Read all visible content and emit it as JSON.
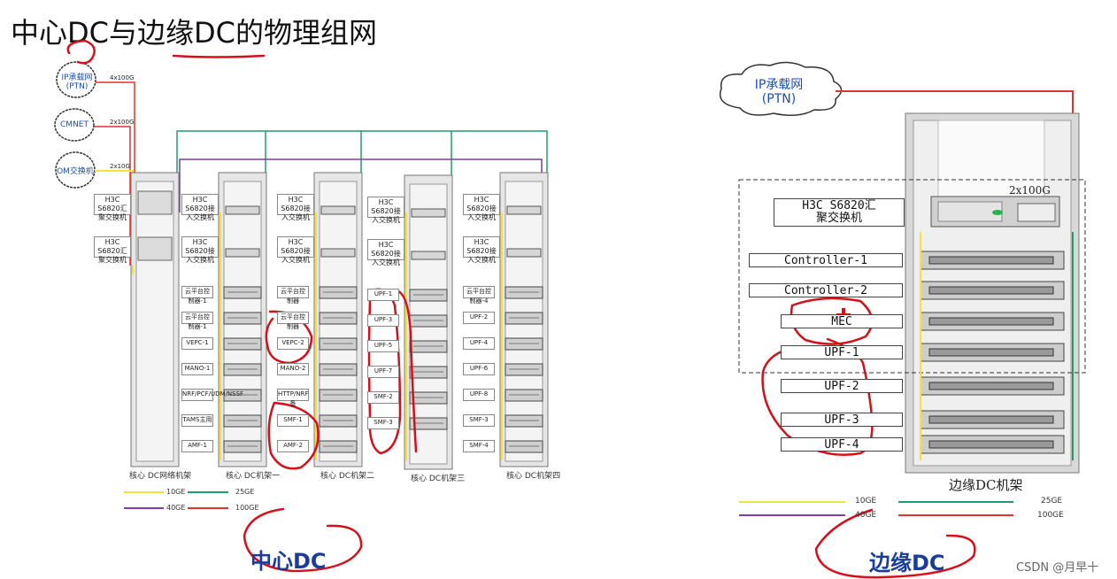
{
  "title": "中心DC与边缘DC的物理组网",
  "center": {
    "dc_label": "中心DC",
    "clouds": [
      "IP承载网(PTN)",
      "CMNET",
      "OM交换机"
    ],
    "link_labels": [
      "4x100G",
      "2x100G",
      "2x10G"
    ],
    "racks": [
      {
        "caption": "核心 DC网络机架",
        "switches": [
          "H3C S6820汇聚交换机",
          "H3C S6820汇聚交换机"
        ],
        "nfs": []
      },
      {
        "caption": "核心 DC机架一",
        "switches": [
          "H3C S6820接入交换机",
          "H3C S6820接入交换机"
        ],
        "nfs": [
          "云平台控制器-1",
          "云平台控制器-1",
          "VEPC-1",
          "MANO-1",
          "NRF/PCF/UDM/NSSF",
          "TAMS主用",
          "AMF-1"
        ]
      },
      {
        "caption": "核心 DC机架二",
        "switches": [
          "H3C S6820接入交换机",
          "H3C S6820接入交换机"
        ],
        "nfs": [
          "云平台控制器",
          "云平台控制器",
          "VEPC-2",
          "MANO-2",
          "HTTP/NRF备",
          "SMF-1",
          "AMF-2"
        ]
      },
      {
        "caption": "核心 DC机架三",
        "switches": [
          "H3C S6820接入交换机",
          "H3C S6820接入交换机"
        ],
        "nfs": [
          "UPF-1",
          "UPF-3",
          "UPF-5",
          "UPF-7",
          "SMF-2",
          "SMF-3"
        ]
      },
      {
        "caption": "核心 DC机架四",
        "switches": [
          "H3C S6820接入交换机",
          "H3C S6820接入交换机"
        ],
        "nfs": [
          "云平台控制器-4",
          "UPF-2",
          "UPF-4",
          "UPF-6",
          "UPF-8",
          "SMF-3",
          "SMF-4"
        ]
      }
    ],
    "legend": [
      "10GE",
      "25GE",
      "40GE",
      "100GE"
    ]
  },
  "edge": {
    "dc_label": "边缘DC",
    "cloud": [
      "IP承载网",
      "(PTN)"
    ],
    "link_label": "2x100G",
    "switch": [
      "H3C S6820汇",
      "聚交换机"
    ],
    "nfs": [
      "Controller-1",
      "Controller-2",
      "MEC",
      "UPF-1",
      "UPF-2",
      "UPF-3",
      "UPF-4"
    ],
    "rack_caption": "边缘DC机架",
    "legend": [
      "10GE",
      "25GE",
      "40GE",
      "100GE"
    ]
  },
  "colors": {
    "c10ge": "#f4e13a",
    "c25ge": "#1e9e6a",
    "c40ge": "#7a3fa0",
    "c100ge": "#e0332a",
    "annotation": "#d4111b"
  },
  "watermark": "CSDN @月早十"
}
